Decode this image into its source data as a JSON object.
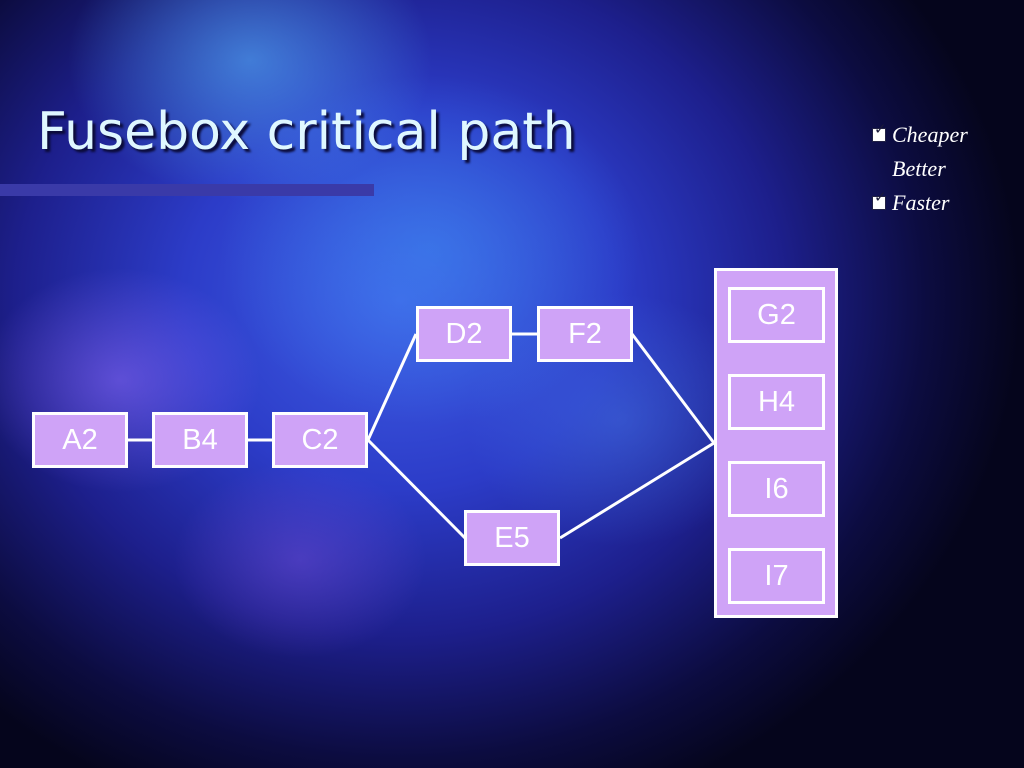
{
  "slide": {
    "title": "Fusebox critical path"
  },
  "legend": {
    "items": [
      {
        "label": "Cheaper",
        "checked": true
      },
      {
        "label": "Better",
        "checked": false
      },
      {
        "label": "Faster",
        "checked": true
      }
    ]
  },
  "diagram": {
    "nodes": {
      "a2": "A2",
      "b4": "B4",
      "c2": "C2",
      "d2": "D2",
      "f2": "F2",
      "e5": "E5",
      "g2": "G2",
      "h4": "H4",
      "i6": "I6",
      "i7": "I7"
    },
    "edges": [
      [
        "A2",
        "B4"
      ],
      [
        "B4",
        "C2"
      ],
      [
        "C2",
        "D2"
      ],
      [
        "D2",
        "F2"
      ],
      [
        "C2",
        "E5"
      ],
      [
        "F2",
        "G2/H4/I6/I7"
      ],
      [
        "E5",
        "G2/H4/I6/I7"
      ]
    ],
    "colors": {
      "node_fill": "#cfa3f7",
      "node_border": "#ffffff",
      "edge": "#ffffff"
    }
  }
}
